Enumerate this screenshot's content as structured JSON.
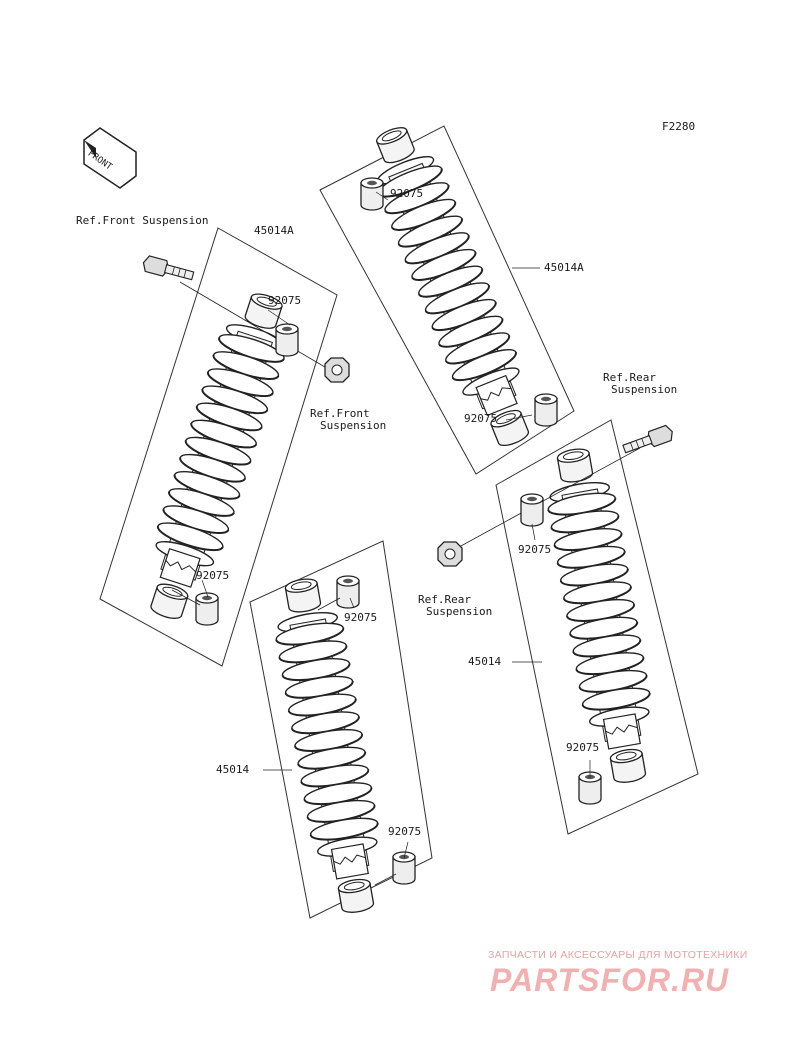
{
  "figure_code": "F2280",
  "front_arrow_text": "FRONT",
  "labels": {
    "ref_front_suspension_top": "Ref.Front Suspension",
    "front_left_assembly": "45014A",
    "front_left_bushing_top": "92075",
    "ref_front_suspension_nut_line1": "Ref.Front",
    "ref_front_suspension_nut_line2": "Suspension",
    "front_left_bushing_bottom": "92075",
    "front_right_bushing_top": "92075",
    "front_right_assembly": "45014A",
    "front_right_bushing_bottom": "92075",
    "ref_rear_suspension_bolt_line1": "Ref.Rear",
    "ref_rear_suspension_bolt_line2": "Suspension",
    "rear_right_bushing_top": "92075",
    "ref_rear_suspension_nut_line1": "Ref.Rear",
    "ref_rear_suspension_nut_line2": "Suspension",
    "rear_right_assembly": "45014",
    "rear_right_bushing_bottom": "92075",
    "rear_left_bushing_top": "92075",
    "rear_left_assembly": "45014",
    "rear_left_bushing_bottom": "92075"
  },
  "watermark": {
    "tagline": "ЗАПЧАСТИ И АКСЕССУАРЫ ДЛЯ МОТОТЕХНИКИ",
    "logo": "PARTSFOR.RU"
  }
}
